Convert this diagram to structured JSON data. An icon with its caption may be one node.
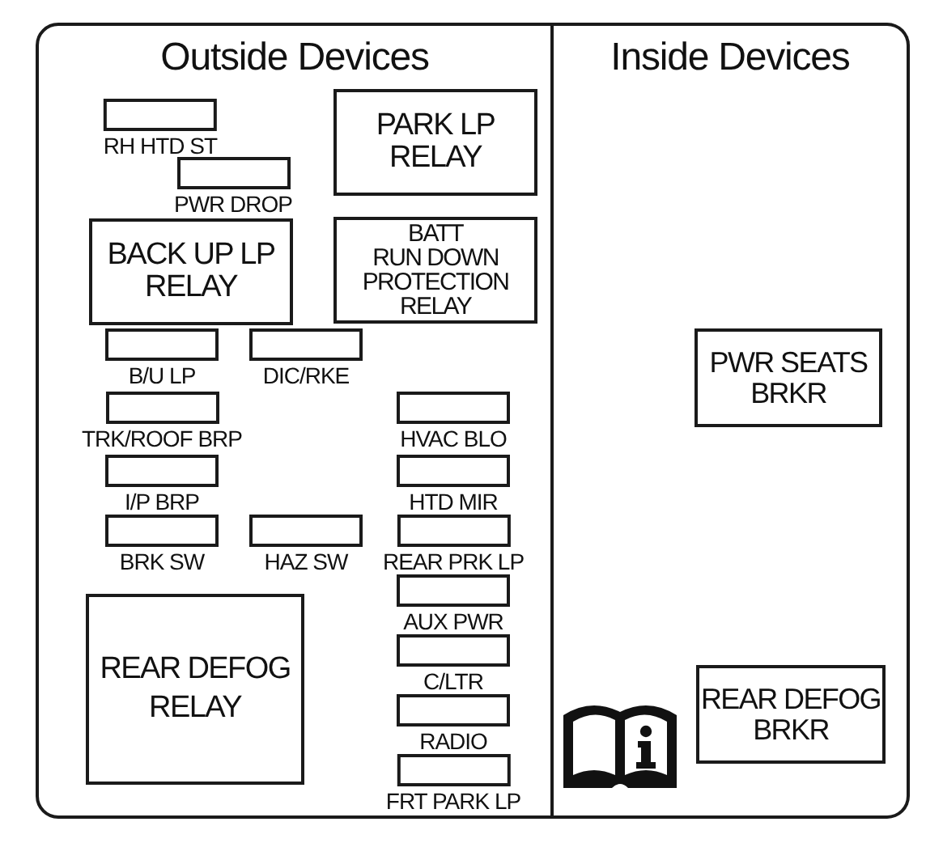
{
  "diagram": {
    "nodes": [
      {
        "text": [
          "Outside Devices"
        ]
      },
      {
        "text": [
          "RH HTD ST"
        ],
        "in": 0
      },
      {
        "text": [
          "PARK LP RELAY"
        ],
        "in": 0
      },
      {
        "text": [
          "PWR DROP"
        ],
        "in": 0
      },
      {
        "text": [
          "BACK UP LP RELAY"
        ],
        "in": 0
      },
      {
        "text": [
          "BATT RUN DOWN PROTECTION RELAY"
        ],
        "in": 0
      },
      {
        "text": [
          "B/U LP"
        ],
        "in": 0
      },
      {
        "text": [
          "DIC/RKE"
        ],
        "in": 0
      },
      {
        "text": [
          "TRK/ROOF BRP"
        ],
        "in": 0
      },
      {
        "text": [
          "HVAC BLO"
        ],
        "in": 0
      },
      {
        "text": [
          "I/P BRP"
        ],
        "in": 0
      },
      {
        "text": [
          "HTD MIR"
        ],
        "in": 0
      },
      {
        "text": [
          "BRK SW"
        ],
        "in": 0
      },
      {
        "text": [
          "HAZ SW"
        ],
        "in": 0
      },
      {
        "text": [
          "REAR PRK LP"
        ],
        "in": 0
      },
      {
        "text": [
          "REAR DEFOG RELAY"
        ],
        "in": 0
      },
      {
        "text": [
          "AUX PWR"
        ],
        "in": 0
      },
      {
        "text": [
          "C/LTR"
        ],
        "in": 0
      },
      {
        "text": [
          "RADIO"
        ],
        "in": 0
      },
      {
        "text": [
          "FRT PARK LP"
        ],
        "in": 0
      },
      {
        "text": [
          "Inside Devices"
        ]
      },
      {
        "text": [
          "PWR SEATS BRKR"
        ],
        "in": 20
      },
      {
        "text": [
          "REAR DEFOG BRKR"
        ],
        "in": 20
      }
    ]
  }
}
